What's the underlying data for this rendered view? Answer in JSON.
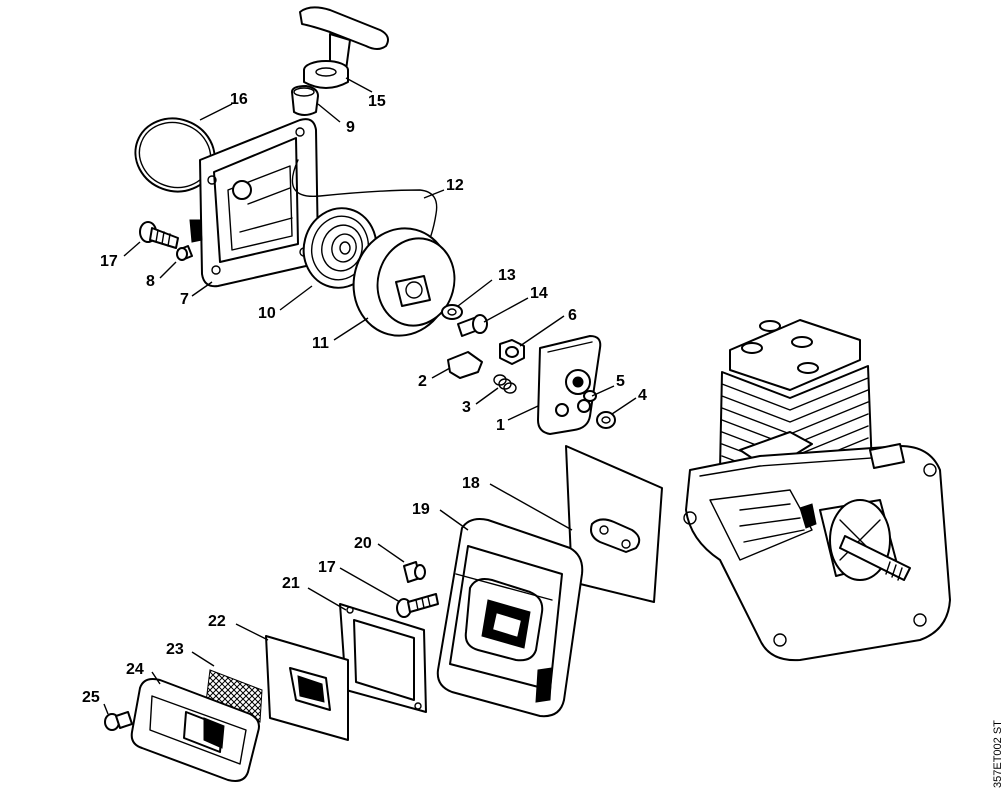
{
  "diagram": {
    "drawing_code": "357ET002 ST",
    "callouts": [
      "1",
      "2",
      "3",
      "4",
      "5",
      "6",
      "7",
      "8",
      "9",
      "10",
      "11",
      "12",
      "13",
      "14",
      "15",
      "16",
      "17",
      "17",
      "18",
      "19",
      "20",
      "21",
      "22",
      "23",
      "24",
      "25"
    ]
  }
}
